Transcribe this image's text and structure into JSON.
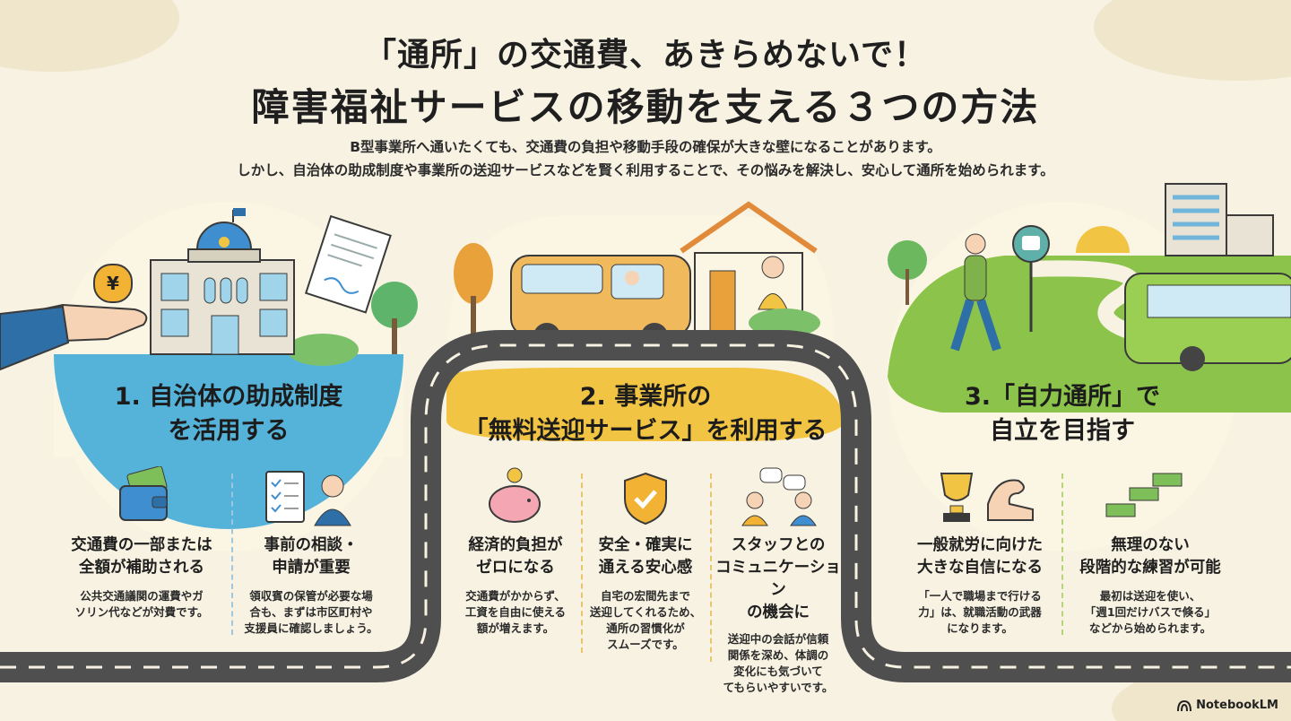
{
  "header": {
    "title_line1": "「通所」の交通費、あきらめないで！",
    "title_line2": "障害福祉サービスの移動を支える３つの方法",
    "intro_line1": "B型事業所へ通いたくても、交通費の負担や移動手段の確保が大きな壁になることがあります。",
    "intro_line2": "しかし、自治体の助成制度や事業所の送迎サービスなどを賢く利用することで、その悩みを解決し、安心して通所を始められます。"
  },
  "sections": [
    {
      "title_line1": "1. 自治体の助成制度",
      "title_line2": "を活用する",
      "features": [
        {
          "head": [
            "交通費の一部または",
            "全額が補助される"
          ],
          "body": [
            "公共交通議関の運費やガ",
            "ソリン代などが対費です。"
          ]
        },
        {
          "head": [
            "事前の相談・",
            "申請が重要"
          ],
          "body": [
            "領収賓の保管が必要な場",
            "合も、まずは市区町村や",
            "支援員に確認しましょう。"
          ]
        }
      ]
    },
    {
      "title_line1": "2. 事業所の",
      "title_line2": "「無料送迎サービス」を利用する",
      "features": [
        {
          "head": [
            "経済的負担が",
            "ゼロになる"
          ],
          "body": [
            "交通費がかからず、",
            "工資を自由に使える",
            "額が増えます。"
          ]
        },
        {
          "head": [
            "安全・確実に",
            "通える安心感"
          ],
          "body": [
            "自宅の宏間先まで",
            "送迎してくれるため、",
            "通所の習慣化が",
            "スムーズです。"
          ]
        },
        {
          "head": [
            "スタッフとの",
            "コミュニケーション",
            "の機会に"
          ],
          "body": [
            "送迎中の会話が信頼",
            "関係を深め、体調の",
            "変化にも気づいて",
            "てもらいやすいです。"
          ]
        }
      ]
    },
    {
      "title_line1": "3.「自力通所」で",
      "title_line2": "自立を目指す",
      "features": [
        {
          "head": [
            "一般就労に向けた",
            "大きな自信になる"
          ],
          "body": [
            "「一人で職場まで行ける",
            "力」は、就職活動の武器",
            "になります。"
          ]
        },
        {
          "head": [
            "無理のない",
            "段階的な練習が可能"
          ],
          "body": [
            "最初は送迎を使い、",
            "「週1回だけバスで倏る」",
            "などから始められます。"
          ]
        }
      ]
    }
  ],
  "icons": {
    "coin_symbol": "¥"
  },
  "brand": {
    "name": "NotebookLM"
  },
  "colors": {
    "blue": "#55b3d9",
    "yellow": "#f2c443",
    "green": "#8cc34a",
    "road": "#4f4f4f",
    "bg": "#f7f2e2"
  }
}
